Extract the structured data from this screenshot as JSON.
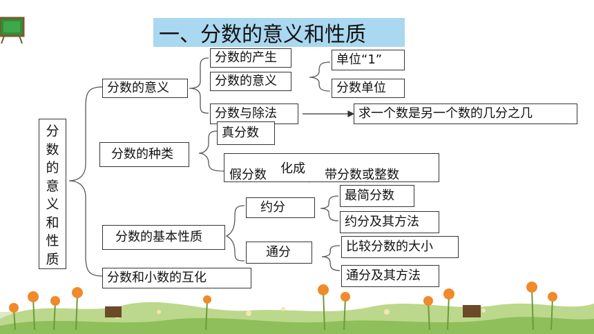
{
  "title": "一、分数的意义和性质",
  "root": [
    "分",
    "数",
    "的",
    "意",
    "义",
    "和",
    "性",
    "质"
  ],
  "meaning": {
    "label": "分数的意义",
    "origin": "分数的产生",
    "definition": "分数的意义",
    "unit_one": "单位“1”",
    "fraction_unit": "分数单位",
    "division": "分数与除法",
    "division_result": "求一个数是另一个数的几分之几"
  },
  "types": {
    "label": "分数的种类",
    "proper": "真分数",
    "improper": "假分数",
    "convert": "化成",
    "mixed": "带分数或整数"
  },
  "properties": {
    "label": "分数的基本性质",
    "reduce": "约分",
    "simplest": "最简分数",
    "reduce_method": "约分及其方法",
    "common": "通分",
    "compare": "比较分数的大小",
    "common_method": "通分及其方法"
  },
  "conversion": {
    "label": "分数和小数的互化"
  }
}
